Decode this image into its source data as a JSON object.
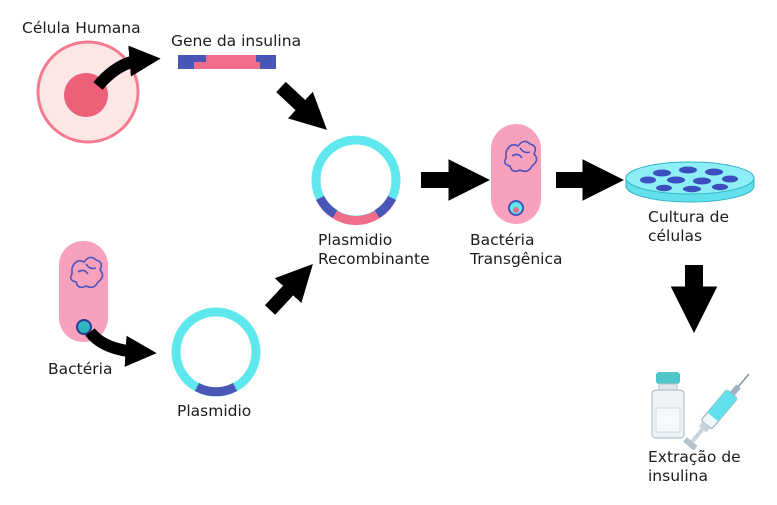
{
  "labels": {
    "human_cell": "Célula Humana",
    "insulin_gene": "Gene da insulina",
    "recombinant_plasmid_line1": "Plasmidio",
    "recombinant_plasmid_line2": "Recombinante",
    "transgenic_bacteria_line1": "Bactéria",
    "transgenic_bacteria_line2": "Transgênica",
    "cell_culture_line1": "Cultura de",
    "cell_culture_line2": "células",
    "bacteria": "Bactéria",
    "plasmid": "Plasmidio",
    "insulin_extraction_line1": "Extração de",
    "insulin_extraction_line2": "insulina"
  },
  "colors": {
    "cell_membrane": "#f47c92",
    "cell_cytoplasm": "#fde6e6",
    "nucleus": "#ee6078",
    "gene_blue": "#4a55b8",
    "gene_pink": "#f06d8a",
    "plasmid_ring": "#5ee8ee",
    "bacteria_body": "#f7a1bd",
    "bacteria_dna": "#4b55c0",
    "arrow": "#000000",
    "dish": "#62e0ec",
    "vial_cap": "#4cc6c9",
    "text": "#1c1c1c"
  }
}
